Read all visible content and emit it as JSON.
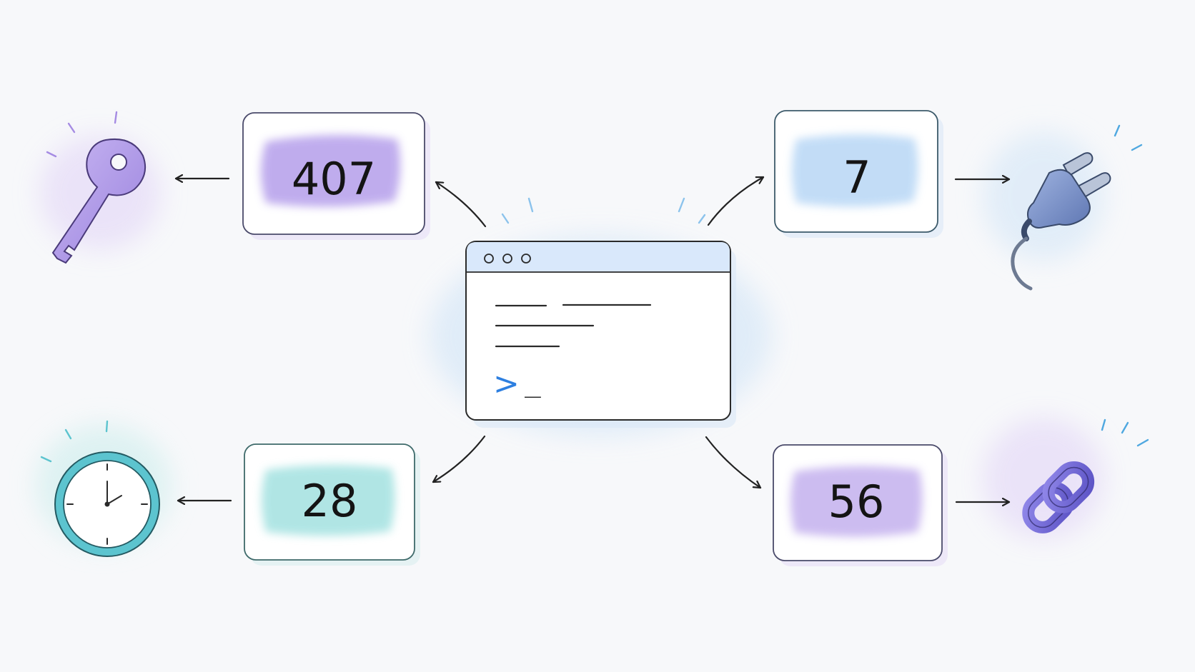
{
  "diagram": {
    "center": {
      "kind": "terminal-window",
      "prompt_symbol": ">",
      "cursor": "_"
    },
    "nodes": [
      {
        "id": "top-left",
        "value": "407",
        "icon": "key-icon",
        "accent": "#b9a4ec",
        "icon_color": "#a58be3"
      },
      {
        "id": "top-right",
        "value": "7",
        "icon": "plug-icon",
        "accent": "#bcd9f6",
        "icon_color": "#6d86bf"
      },
      {
        "id": "bottom-left",
        "value": "28",
        "icon": "clock-icon",
        "accent": "#a8e3e2",
        "icon_color": "#5cc4cf"
      },
      {
        "id": "bottom-right",
        "value": "56",
        "icon": "chain-link-icon",
        "accent": "#c7b5ef",
        "icon_color": "#7d6fd8"
      }
    ]
  },
  "colors": {
    "background": "#f7f8fa",
    "stroke": "#2a2a2a",
    "terminal_header": "#d9e8fb",
    "prompt": "#2d7fe0",
    "wash_blue": "#dceaf8",
    "wash_purple": "#e7def8",
    "wash_teal": "#d7f0f0"
  }
}
